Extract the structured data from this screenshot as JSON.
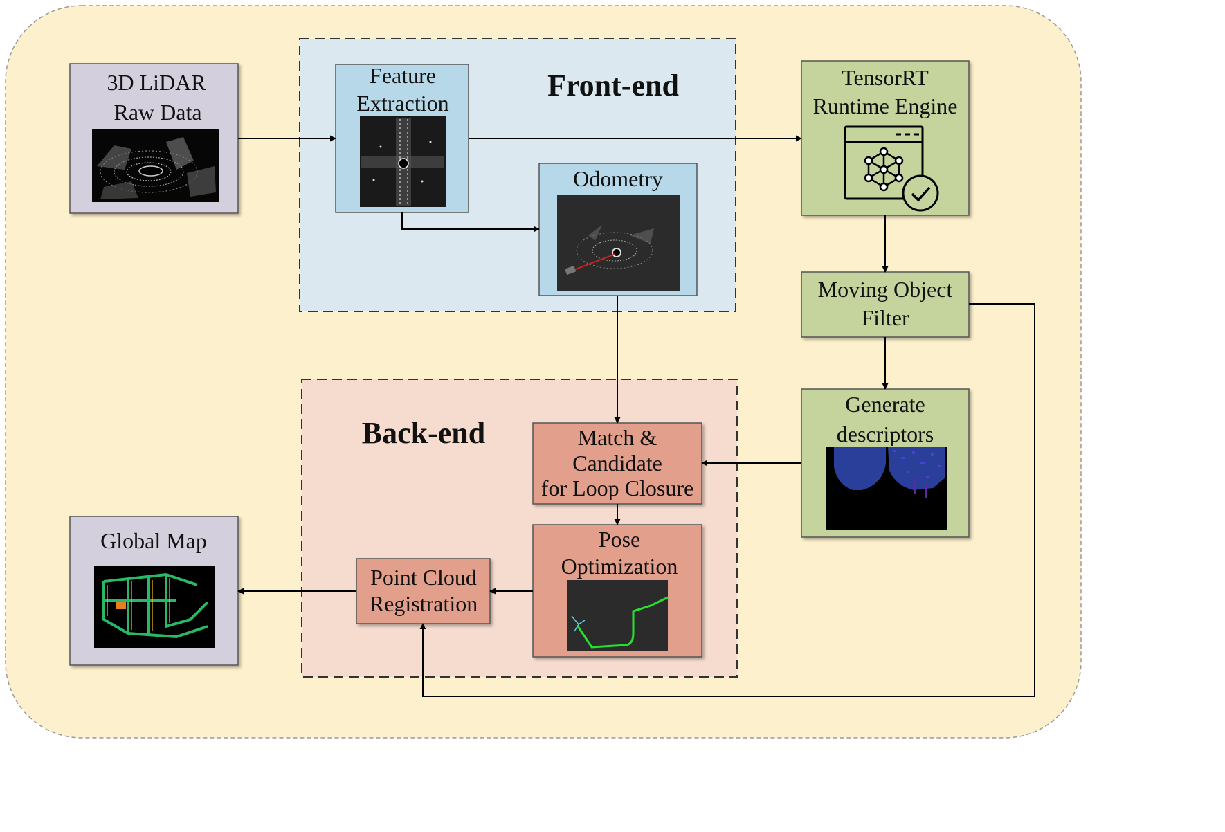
{
  "colors": {
    "background_panel": "#fdf0cc",
    "frontend_panel": "#dbe8f0",
    "backend_panel": "#f6dccf",
    "input_box": "#d4cfdc",
    "frontend_box": "#b7d8e8",
    "tensorrt_box": "#c4d49c",
    "backend_box": "#e2a08c",
    "loop_line": "#cc2222",
    "trajectory": "#27e02c",
    "descriptor_blue": "#2a3f9a"
  },
  "groups": {
    "frontend": "Front-end",
    "backend": "Back-end"
  },
  "nodes": {
    "lidar": [
      "3D LiDAR",
      "Raw Data"
    ],
    "feature": [
      "Feature",
      "Extraction"
    ],
    "odometry": [
      "Odometry"
    ],
    "tensorrt": [
      "TensorRT",
      "Runtime Engine"
    ],
    "moving": [
      "Moving Object",
      "Filter"
    ],
    "descriptors": [
      "Generate",
      "descriptors"
    ],
    "match": [
      "Match &",
      "Candidate",
      "for Loop Closure"
    ],
    "pose": [
      "Pose",
      "Optimization"
    ],
    "registration": [
      "Point Cloud",
      "Registration"
    ],
    "globalmap": [
      "Global Map"
    ]
  },
  "icons": {
    "tensorrt": "neural-network-window-check-icon"
  }
}
